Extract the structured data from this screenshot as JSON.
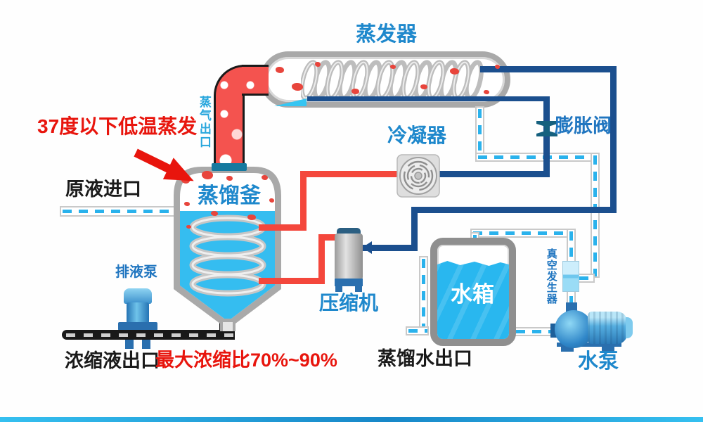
{
  "diagram": {
    "title": "蒸发器",
    "annotations": {
      "low_temp": "37度以下低温蒸发",
      "max_ratio": "最大浓缩比70%~90%"
    },
    "labels": {
      "evaporator": "蒸发器",
      "steam_outlet": "蒸气出口",
      "raw_inlet": "原液进口",
      "kettle": "蒸馏釜",
      "condenser": "冷凝器",
      "expansion_valve": "膨胀阀",
      "drain_pump": "排液泵",
      "compressor": "压缩机",
      "water_tank": "水箱",
      "vacuum_generator": "真空发生器",
      "water_pump": "水泵",
      "distilled_water_outlet": "蒸馏水出口",
      "concentrate_outlet": "浓缩液出口"
    },
    "colors": {
      "label_blue": "#1e88cc",
      "label_blue_dark": "#2176c0",
      "label_cyan": "#2aa7dd",
      "text_red": "#e8150d",
      "pipe_red": "#f4473c",
      "pipe_navy": "#1b4f8e",
      "pipe_dash_cyan": "#2ab2ec",
      "water_blue": "#29b7ef",
      "steam_pipe_red": "#f4534f",
      "vessel_gray": "#a9a9a9"
    }
  }
}
